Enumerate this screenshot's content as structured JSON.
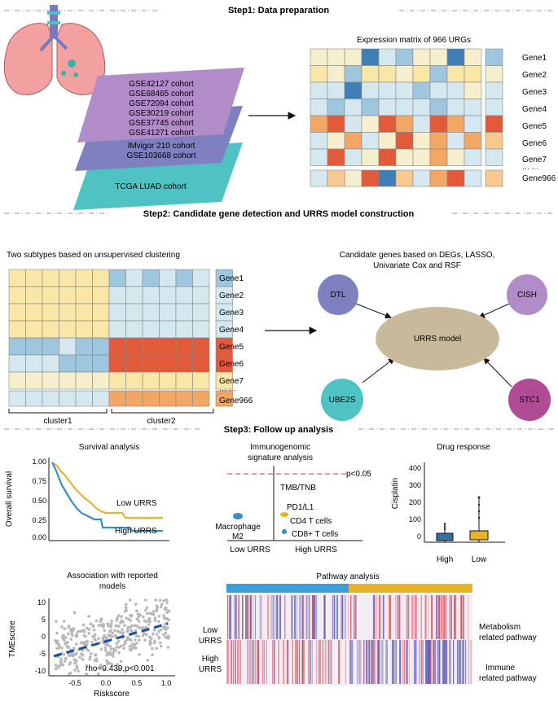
{
  "steps": {
    "step1": "Step1: Data preparation",
    "step2": "Step2: Candidate gene detection and URRS model construction",
    "step3": "Step3: Follow up analysis"
  },
  "step1": {
    "cohorts_top": [
      "GSE42127 cohort",
      "GSE68465 cohort",
      "GSE72094 cohort",
      "GSE30219 cohort",
      "GSE37745 cohort",
      "GSE41271 cohort"
    ],
    "cohorts_mid": [
      "IMvigor 210 cohort",
      "GSE103668 cohort"
    ],
    "cohort_bottom": "TCGA LUAD cohort",
    "matrix_title": "Expression matrix of 966 URGs",
    "genes": [
      "Gene1",
      "Gene2",
      "Gene3",
      "Gene4",
      "Gene5",
      "Gene6",
      "Gene7",
      "Gene966"
    ],
    "ellipsis": "··· ···"
  },
  "step2": {
    "clustering_title": "Two subtypes based on unsupervised clustering",
    "genes": [
      "Gene1",
      "Gene2",
      "Gene3",
      "Gene4",
      "Gene5",
      "Gene6",
      "Gene7",
      "Gene966"
    ],
    "ellipsis": "··· ···",
    "cluster1": "cluster1",
    "cluster2": "cluster2",
    "candidate_title_1": "Candidate genes based on DEGs, LASSO,",
    "candidate_title_2": "Univariate Cox and RSF",
    "model_label": "URRS model",
    "nodes": [
      "DTL",
      "CISH",
      "UBE2S",
      "STC1"
    ]
  },
  "survival": {
    "title": "Survival analysis",
    "ylabel": "Overall survival",
    "yticks": [
      "1.00",
      "0.75",
      "0.50",
      "0.25",
      "0.00"
    ],
    "low_label": "Low URRS",
    "high_label": "High URRS"
  },
  "immune": {
    "title_1": "Immunogenomic",
    "title_2": "signature analysis",
    "threshold": "p<0.05",
    "labels": [
      "TMB/TNB",
      "PD1/L1",
      "CD4 T cells",
      "CD8+ T cells"
    ],
    "macrophage_1": "Macrophage",
    "macrophage_2": "M2",
    "xlow": "Low URRS",
    "xhigh": "High URRS"
  },
  "drug": {
    "title": "Drug response",
    "ylabel": "Cisplatin",
    "yticks": [
      "400",
      "300",
      "200",
      "100",
      "0"
    ],
    "groups": [
      "High",
      "Low"
    ]
  },
  "association": {
    "title_1": "Association with reported",
    "title_2": "models",
    "ylabel": "TMEscore",
    "xlabel": "Riskscore",
    "yticks": [
      "10",
      "5",
      "0",
      "-5",
      "-10"
    ],
    "xticks": [
      "-0.5",
      "0.0",
      "0.5",
      "1.0"
    ],
    "annotation": "rho=0.439,p<0.001"
  },
  "pathway": {
    "title": "Pathway analysis",
    "row_low": [
      "Low",
      "URRS"
    ],
    "row_high": [
      "High",
      "URRS"
    ],
    "right_top": [
      "Metabolism",
      "related pathway"
    ],
    "right_bottom": [
      "Immune",
      "related pathway"
    ]
  },
  "colors": {
    "blue": "#3a8fc9",
    "gold": "#e8b327",
    "purple": "#b18cc8",
    "indigo": "#7f80c0",
    "teal": "#4fc3c3",
    "model": "#c8b99a"
  }
}
